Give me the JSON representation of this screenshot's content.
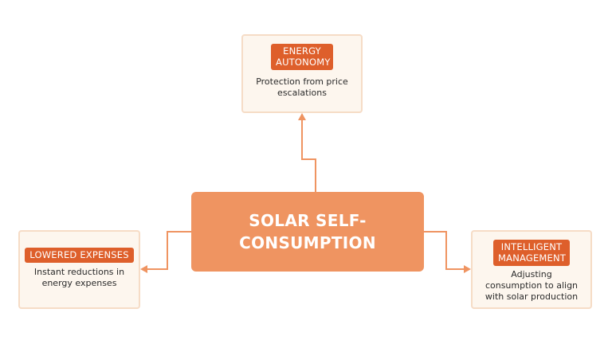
{
  "center": {
    "title": "SOLAR SELF-CONSUMPTION"
  },
  "nodes": {
    "top": {
      "badge": "ENERGY AUTONOMY",
      "text": "Protection from price escalations"
    },
    "left": {
      "badge": "LOWERED EXPENSES",
      "text": "Instant reductions in energy expenses"
    },
    "right": {
      "badge": "INTELLIGENT MANAGEMENT",
      "text": "Adjusting consumption to align with solar production"
    }
  },
  "colors": {
    "center_fill": "#ef9461",
    "badge_fill": "#de5f2b",
    "card_fill": "#fdf6ee",
    "card_border": "#f6dcc6",
    "connector": "#ef9461"
  }
}
